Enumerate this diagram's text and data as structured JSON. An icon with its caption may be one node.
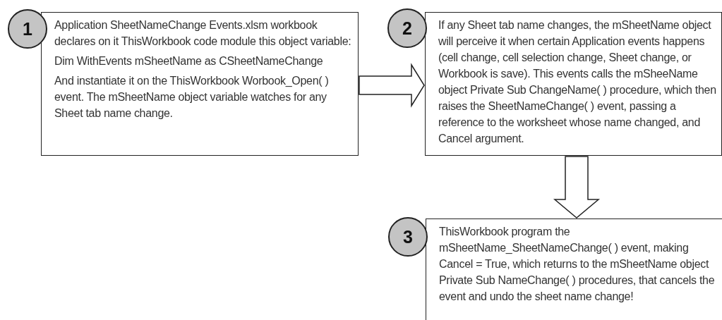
{
  "diagram": {
    "nodes": [
      {
        "text": [
          "1"
        ]
      },
      {
        "text": [
          "Application SheetNameChange Events.xlsm workbook declares on it ThisWorkbook code module this object variable:",
          "Dim WithEvents mSheetName as CSheetNameChange",
          "And instantiate it on the ThisWorkbook Worbook_Open( ) event. The mSheetName object variable watches for any Sheet tab name change."
        ]
      },
      {
        "text": [
          "2"
        ]
      },
      {
        "text": [
          "If any Sheet tab name changes, the mSheetName object will perceive it when certain Application events happens (cell change, cell selection change, Sheet change, or Workbook is save). This events calls the mSheeName object Private Sub ChangeName( ) procedure, which then raises the SheetNameChange( ) event, passing a reference to the worksheet whose name changed, and Cancel argument."
        ]
      },
      {
        "text": [
          "3"
        ]
      },
      {
        "text": [
          "ThisWorkbook program the mSheetName_SheetNameChange( ) event, making Cancel = True, which returns to the mSheetName object Private Sub NameChange( ) procedures, that cancels the event and undo the sheet name change!"
        ]
      }
    ],
    "edges": [
      {
        "from": 1,
        "to": 3,
        "arrow": "to"
      },
      {
        "from": 3,
        "to": 5,
        "arrow": "to"
      }
    ]
  }
}
